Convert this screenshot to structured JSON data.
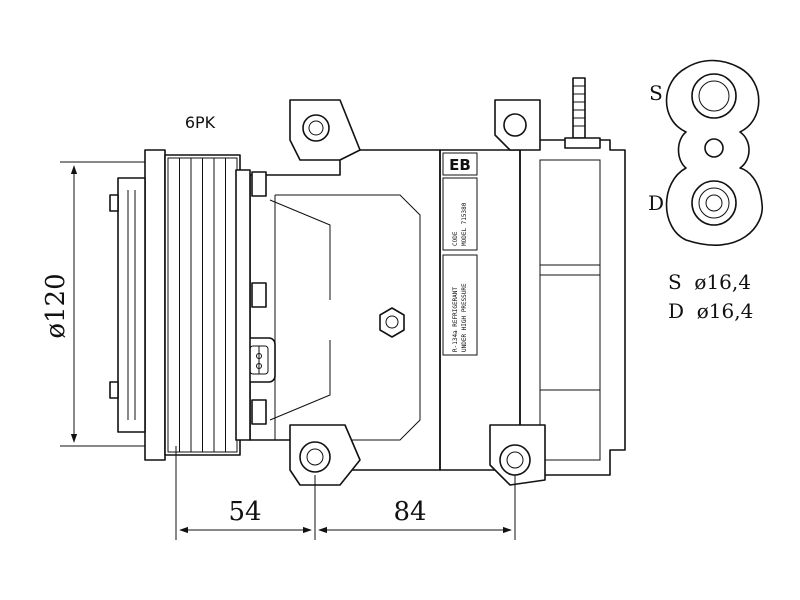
{
  "belt_label": "6PK",
  "plate_label_code": "EB",
  "plate_text_1": "CODE",
  "plate_text_2": "MODEL 715380",
  "warning_text_1": "R-134a REFRIGERANT",
  "warning_text_2": "UNDER HIGH PRESSURE",
  "dimensions": {
    "height": "ø120",
    "width_left": "54",
    "width_right": "84"
  },
  "ports": {
    "s_label": "S",
    "d_label": "D",
    "s_spec": "S  ø16,4",
    "d_spec": "D  ø16,4"
  }
}
